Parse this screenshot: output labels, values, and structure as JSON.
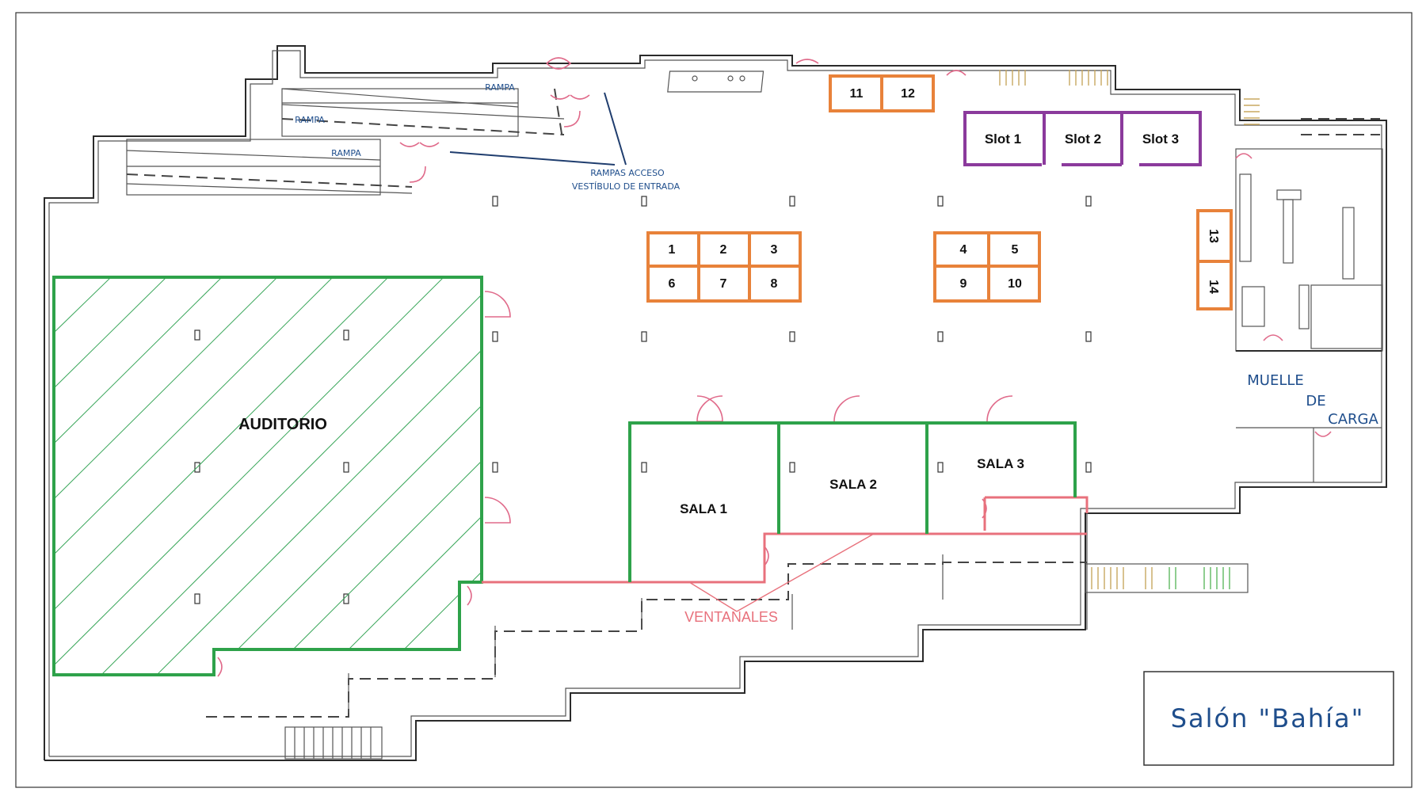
{
  "plan_title": "Salón \"Bahía\"",
  "areas": {
    "auditorio": "AUDITORIO",
    "sala1": "SALA 1",
    "sala2": "SALA 2",
    "sala3": "SALA 3",
    "ventanales": "VENTANALES",
    "muelle_line1": "MUELLE",
    "muelle_line2": "DE",
    "muelle_line3": "CARGA"
  },
  "ramps": {
    "rampa1": "RAMPA",
    "rampa2": "RAMPA",
    "rampa3": "RAMPA",
    "access_line1": "RAMPAS ACCESO",
    "access_line2": "VESTÍBULO DE ENTRADA"
  },
  "booths": [
    "1",
    "2",
    "3",
    "4",
    "5",
    "6",
    "7",
    "8",
    "9",
    "10",
    "11",
    "12",
    "13",
    "14"
  ],
  "slots": [
    "Slot 1",
    "Slot 2",
    "Slot 3"
  ],
  "colors": {
    "booth_border": "#e8823a",
    "slot_border": "#8b3a9c",
    "room_border": "#2ea24a",
    "window_line": "#e8717c",
    "label_blue": "#1f4e8c"
  }
}
